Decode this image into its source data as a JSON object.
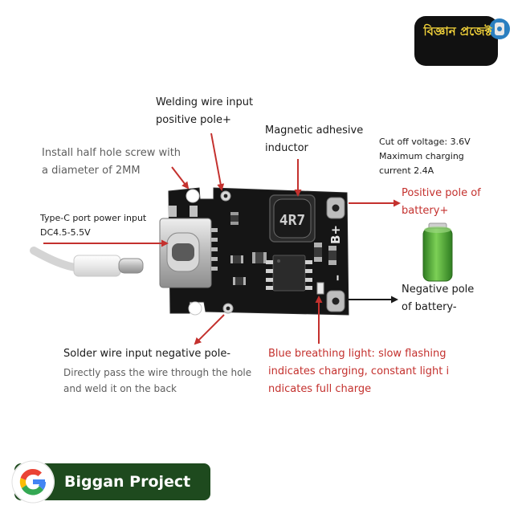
{
  "labels": {
    "welding_positive": [
      "Welding wire input",
      "positive pole+"
    ],
    "half_hole_screw": [
      "Install half hole screw with",
      "a diameter of 2MM"
    ],
    "typec_input": [
      "Type-C port power input",
      "DC4.5-5.5V"
    ],
    "inductor": [
      "Magnetic adhesive",
      "inductor"
    ],
    "cutoff": [
      "Cut off voltage: 3.6V",
      "Maximum charging",
      "current 2.4A"
    ],
    "positive_battery": [
      "Positive pole of",
      "battery+"
    ],
    "negative_battery": [
      "Negative pole",
      "of battery-"
    ],
    "solder_negative": [
      "Solder wire input negative pole-"
    ],
    "pass_wire": [
      "Directly pass the wire through the hole",
      "and weld it on the back"
    ],
    "blue_light": [
      "Blue breathing light: slow flashing",
      "indicates charging, constant light i",
      "ndicates full charge"
    ]
  },
  "board": {
    "inductor_marking": "4R7",
    "pad_positive": "B+",
    "pad_negative": "–"
  },
  "logo": {
    "text": "বিজ্ঞান প্রজেক্ট"
  },
  "badge": {
    "text": "Biggan Project",
    "icon": "google-g-icon"
  },
  "colors": {
    "annotation_red": "#c4312e",
    "board_black": "#151515",
    "battery_green": "#57b23a",
    "badge_green": "#1e4a1e"
  }
}
